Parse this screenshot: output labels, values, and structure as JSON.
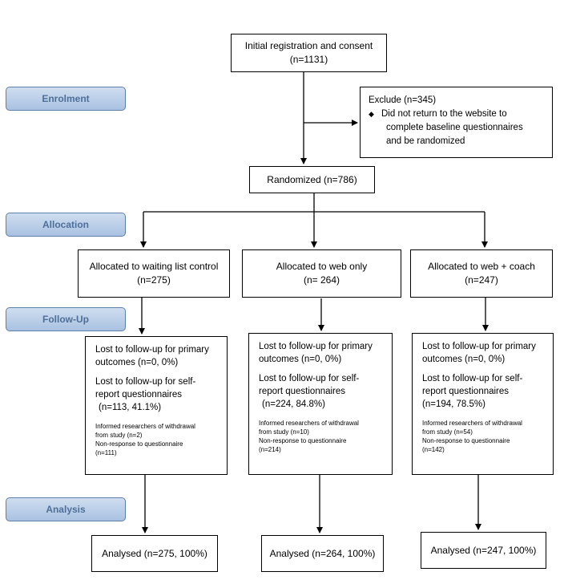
{
  "stages": {
    "enrolment": "Enrolment",
    "allocation": "Allocation",
    "followup": "Follow-Up",
    "analysis": "Analysis"
  },
  "registration": {
    "line1": "Initial registration and consent",
    "line2": "(n=1131)"
  },
  "exclude": {
    "title": "Exclude (n=345)",
    "bullet_line1": "Did not return to the website to",
    "bullet_line2": "complete baseline questionnaires",
    "bullet_line3": "and be randomized"
  },
  "randomized": "Randomized (n=786)",
  "arms": [
    {
      "allocated": "Allocated to waiting list control",
      "n": "(n=275)",
      "lost_primary_1": "Lost to follow-up for primary",
      "lost_primary_2": "outcomes (n=0, 0%)",
      "lost_self_1": "Lost to follow-up for self-",
      "lost_self_2": "report questionnaires",
      "lost_self_3": "(n=113, 41.1%)",
      "withdrawal_1": "Informed researchers of withdrawal",
      "withdrawal_2": "from study (n=2)",
      "nonresponse_1": "Non-response to questionnaire",
      "nonresponse_2": "(n=111)",
      "analysed": "Analysed (n=275, 100%)"
    },
    {
      "allocated": "Allocated to web only",
      "n": "(n= 264)",
      "lost_primary_1": "Lost to follow-up for primary",
      "lost_primary_2": "outcomes (n=0, 0%)",
      "lost_self_1": "Lost to follow-up for self-",
      "lost_self_2": "report questionnaires",
      "lost_self_3": "(n=224, 84.8%)",
      "withdrawal_1": "Informed researchers of withdrawal",
      "withdrawal_2": "from study (n=10)",
      "nonresponse_1": "Non-response to questionnaire",
      "nonresponse_2": "(n=214)",
      "analysed": "Analysed (n=264, 100%)"
    },
    {
      "allocated": "Allocated to web + coach",
      "n": "(n=247)",
      "lost_primary_1": "Lost to follow-up for primary",
      "lost_primary_2": "outcomes (n=0, 0%)",
      "lost_self_1": "Lost to follow-up for self-",
      "lost_self_2": "report questionnaires",
      "lost_self_3": "(n=194, 78.5%)",
      "withdrawal_1": "Informed researchers of withdrawal",
      "withdrawal_2": "from study (n=54)",
      "nonresponse_1": "Non-response to questionnaire",
      "nonresponse_2": "(n=142)",
      "analysed": "Analysed (n=247, 100%)"
    }
  ]
}
